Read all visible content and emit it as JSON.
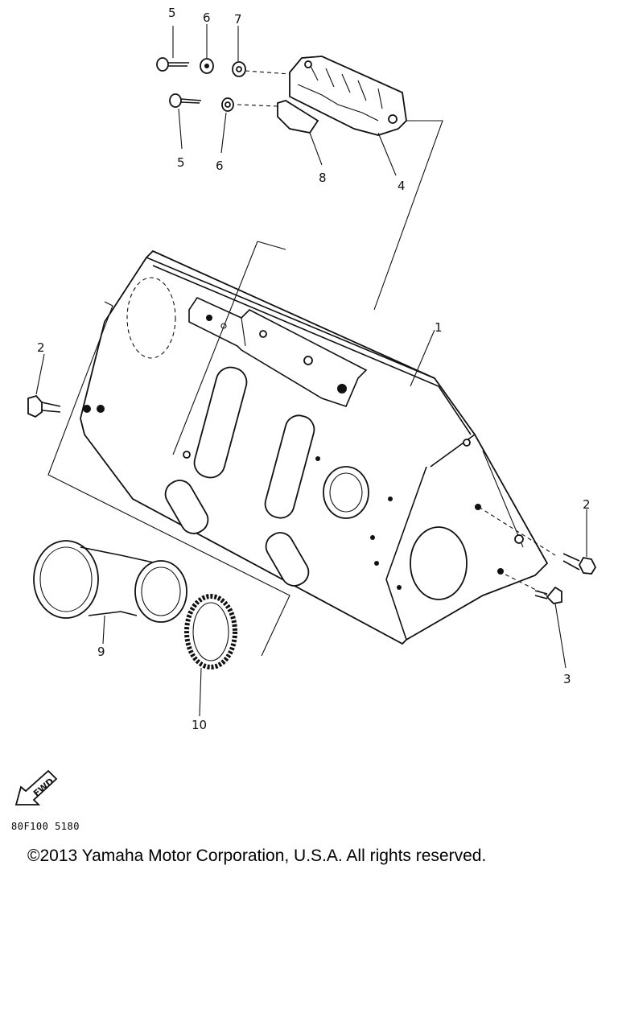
{
  "diagram": {
    "callouts": {
      "c1": "1",
      "c2a": "2",
      "c2b": "2",
      "c3": "3",
      "c4": "4",
      "c5a": "5",
      "c5b": "5",
      "c6a": "6",
      "c6b": "6",
      "c7": "7",
      "c8": "8",
      "c9": "9",
      "c10": "10"
    },
    "fwd_label": "FWD"
  },
  "footer": {
    "drawing_code": "80F100 5180",
    "copyright": "©2013 Yamaha Motor Corporation, U.S.A. All rights reserved."
  }
}
